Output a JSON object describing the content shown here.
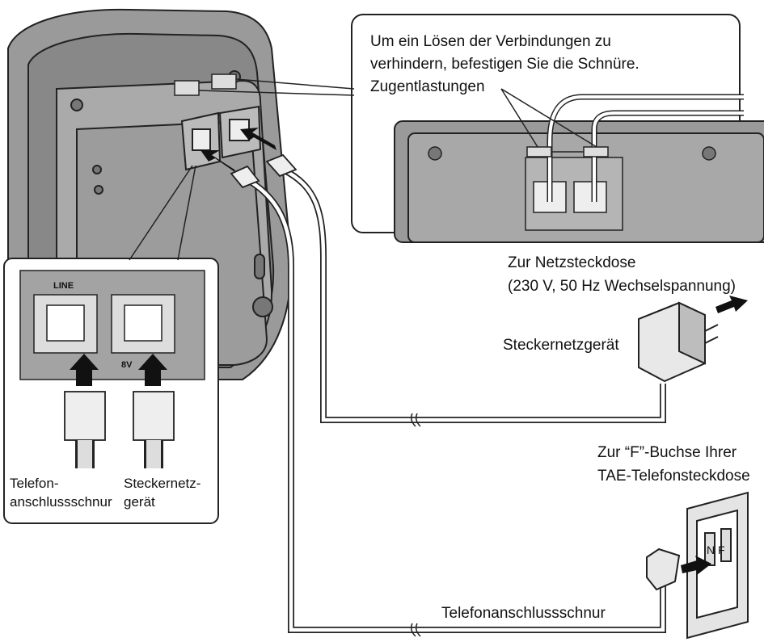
{
  "callout": {
    "line1": "Um ein Lösen der Verbindungen zu",
    "line2": "verhindern, befestigen Sie die Schnüre.",
    "strain_relief_label": "Zugentlastungen"
  },
  "power_outlet": {
    "line1": "Zur Netzsteckdose",
    "line2": "(230 V, 50 Hz Wechselspannung)"
  },
  "adapter_label": "Steckernetzgerät",
  "tae_outlet": {
    "line1": "Zur “F”-Buchse Ihrer",
    "line2": "TAE-Telefonsteckdose",
    "socket_letters": "N F"
  },
  "bottom_cord_label": "Telefonanschlussschnur",
  "inset": {
    "port_line_label": "LINE",
    "voltage_label": "8V",
    "caption_left_line1": "Telefon-",
    "caption_left_line2": "anschlussschnur",
    "caption_right_line1": "Steckernetz-",
    "caption_right_line2": "gerät"
  }
}
